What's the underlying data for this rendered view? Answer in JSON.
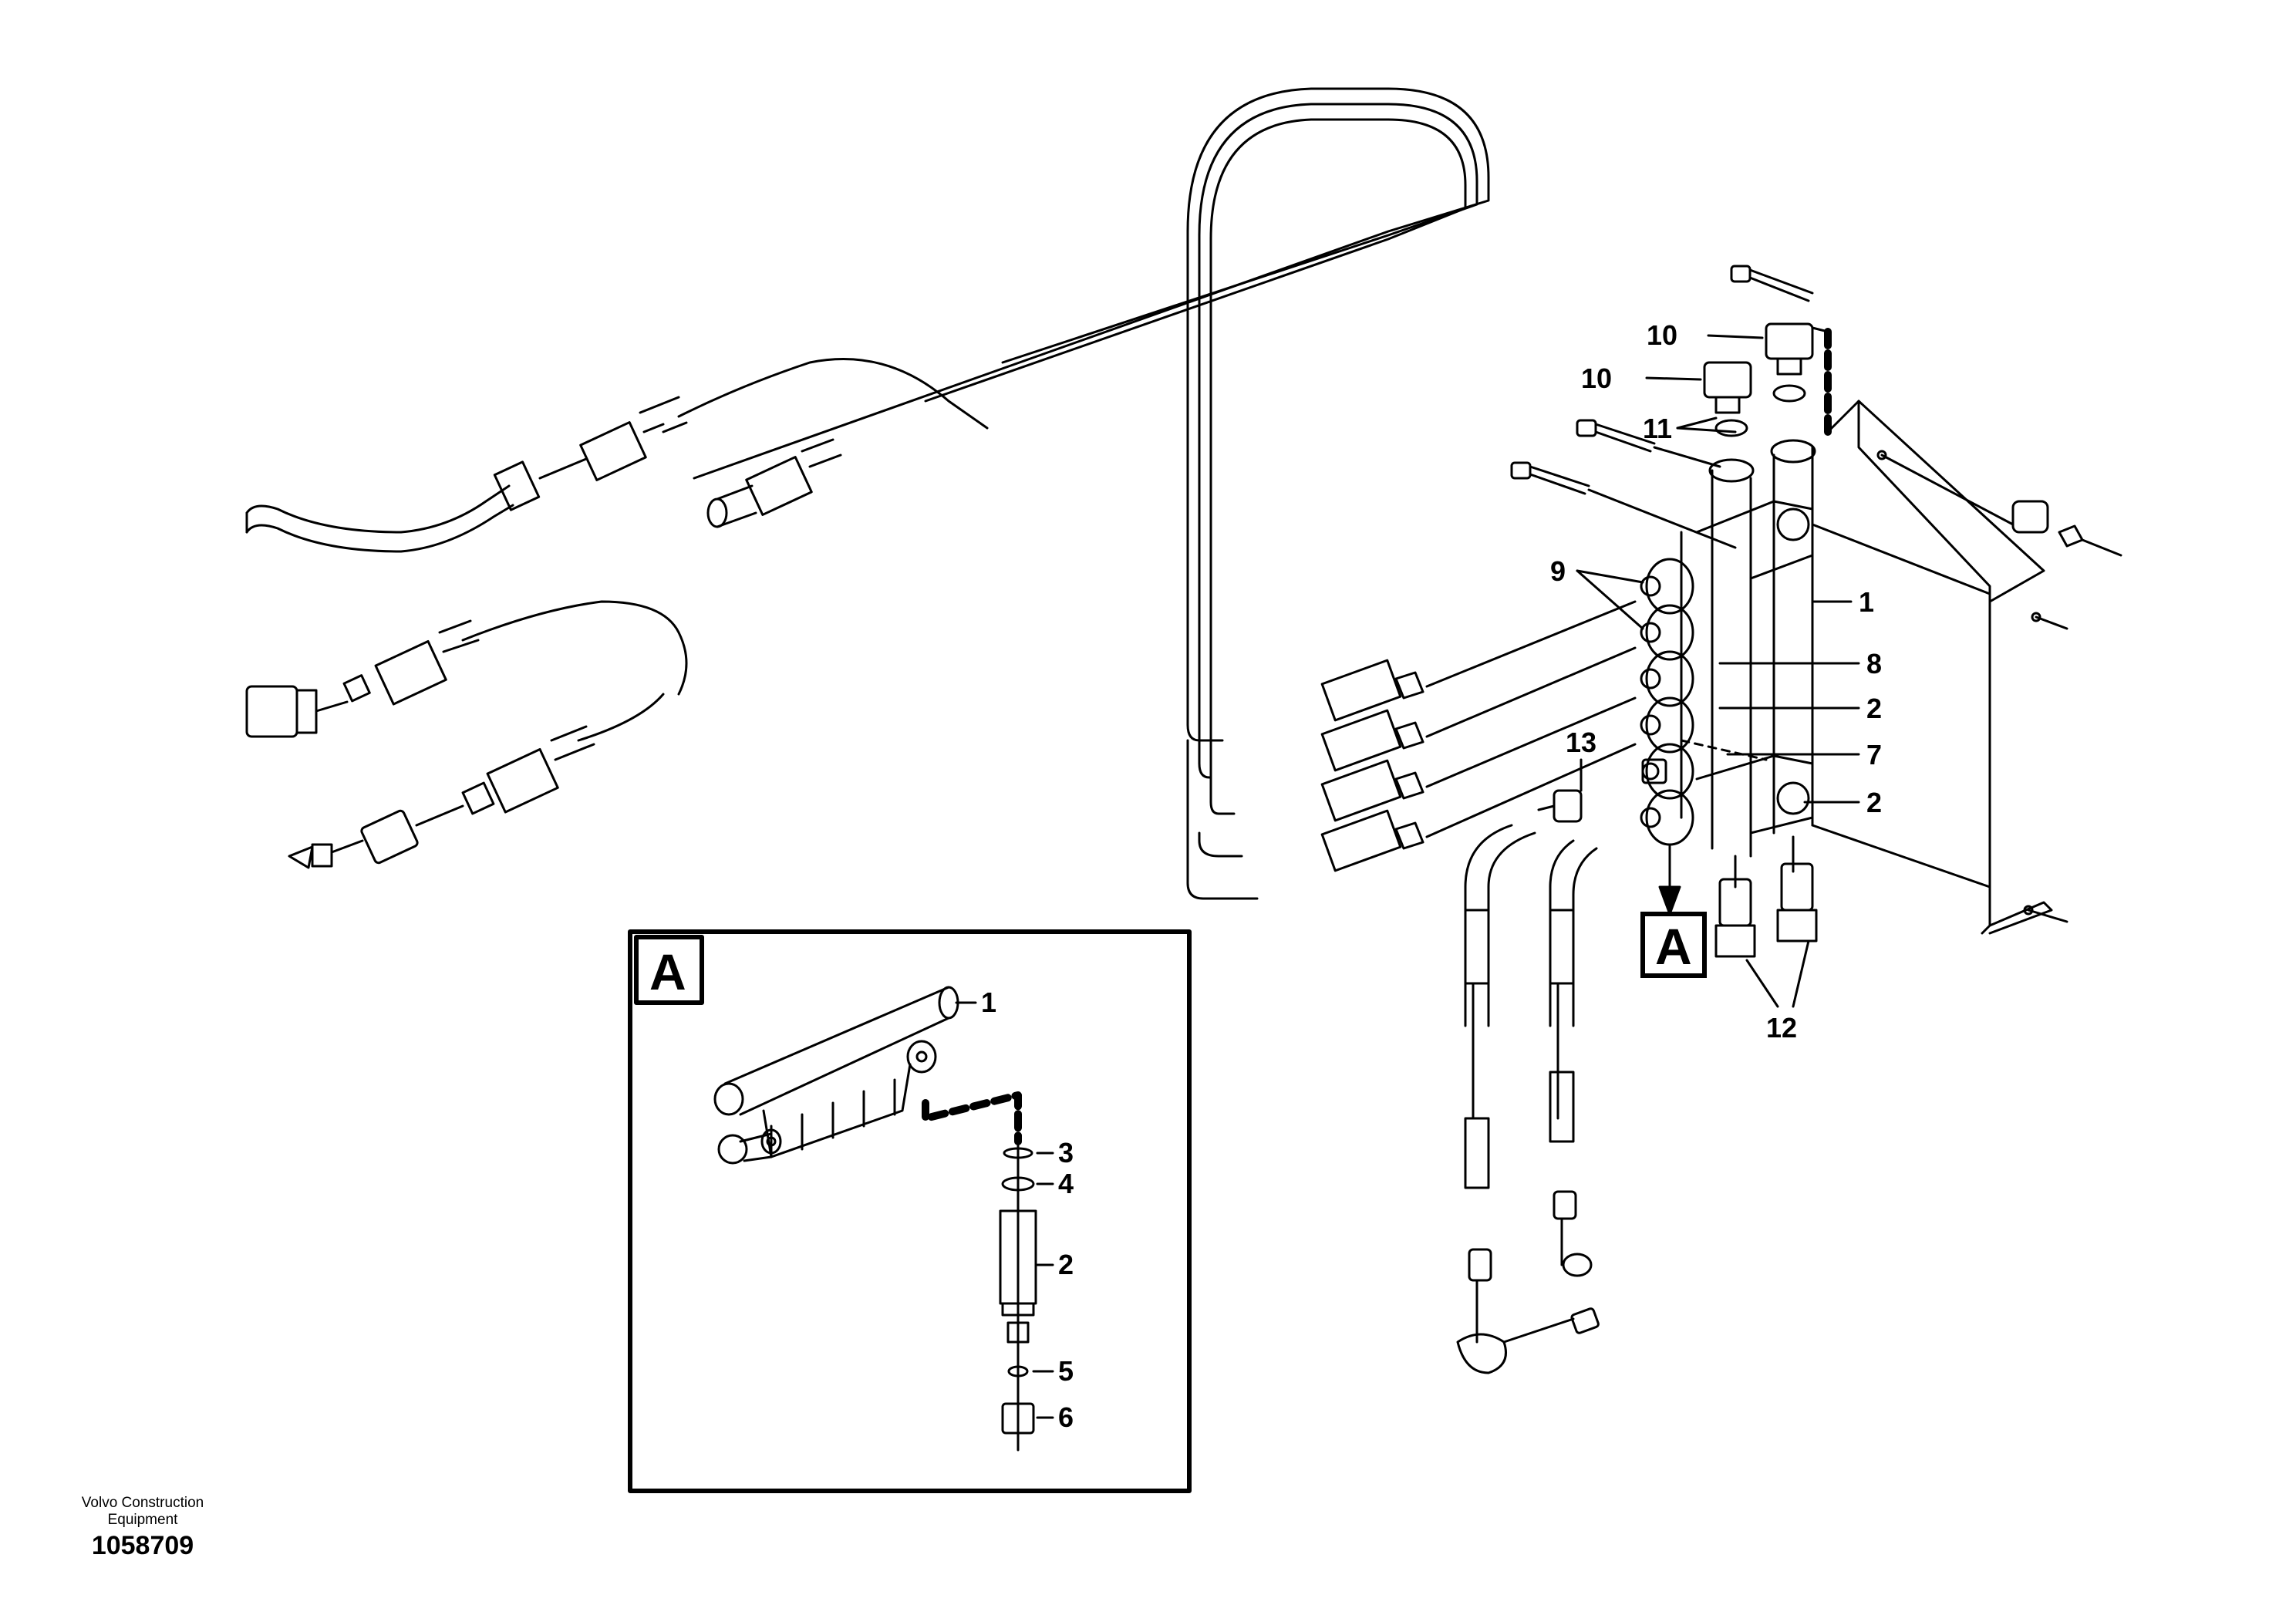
{
  "footer": {
    "brand_line1": "Volvo Construction",
    "brand_line2": "Equipment",
    "figure_number": "1058709"
  },
  "main_view": {
    "view_marker": "A",
    "callouts": [
      "10",
      "10",
      "11",
      "9",
      "1",
      "8",
      "2",
      "7",
      "2",
      "13",
      "12"
    ]
  },
  "detail_a": {
    "title": "A",
    "callouts": [
      "1",
      "3",
      "4",
      "2",
      "5",
      "6"
    ]
  }
}
